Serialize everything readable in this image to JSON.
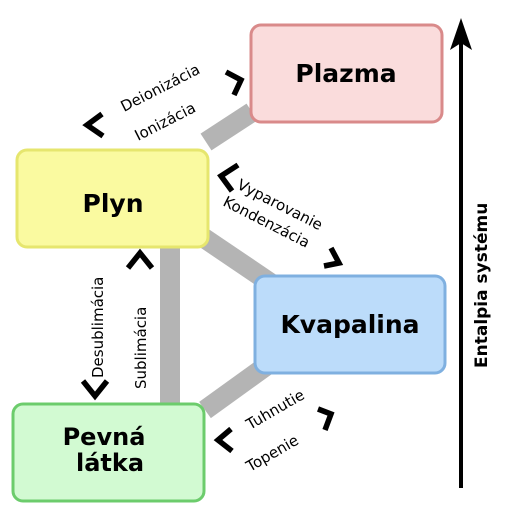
{
  "states": {
    "plasma": {
      "label": "Plazma",
      "fill": "#fadcdc",
      "stroke": "#d98a8a"
    },
    "gas": {
      "label": "Plyn",
      "fill": "#fafaa0",
      "stroke": "#e6e66e"
    },
    "liquid": {
      "label": "Kvapalina",
      "fill": "#bcdcfa",
      "stroke": "#7fb0e0"
    },
    "solid": {
      "line1": "Pevná",
      "line2": "látka",
      "fill": "#d2fad2",
      "stroke": "#6ccc6c"
    }
  },
  "transitions": {
    "deionization": "Deionizácia",
    "ionization": "Ionizácia",
    "vaporization": "Vyparovanie",
    "condensation": "Kondenzácia",
    "deposition": "Desublimácia",
    "sublimation": "Sublimácia",
    "solidification": "Tuhnutie",
    "melting": "Topenie"
  },
  "axis": {
    "label": "Entalpia systému"
  },
  "colors": {
    "connector": "#b4b4b4",
    "arrow": "#000000"
  }
}
